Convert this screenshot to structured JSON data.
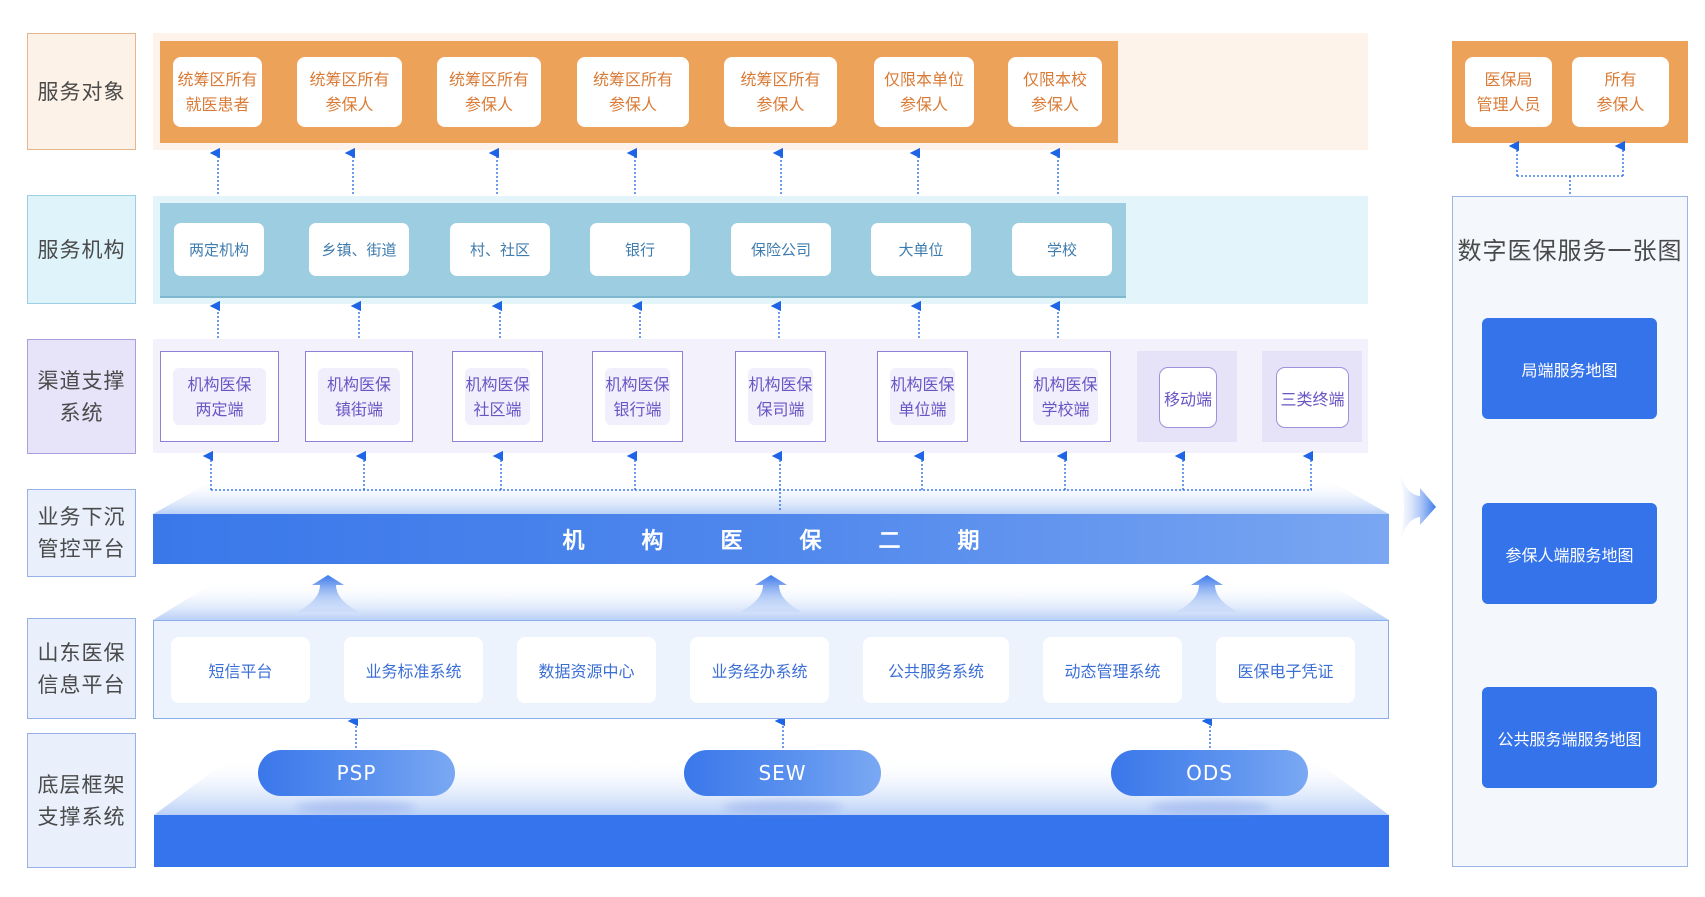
{
  "row_labels": [
    {
      "id": "service-objects",
      "text": "服务对象"
    },
    {
      "id": "service-orgs",
      "text": "服务机构"
    },
    {
      "id": "channel-support",
      "text": "渠道支撑\n系统"
    },
    {
      "id": "business-control",
      "text": "业务下沉\n管控平台"
    },
    {
      "id": "shandong-platform",
      "text": "山东医保\n信息平台"
    },
    {
      "id": "base-framework",
      "text": "底层框架\n支撑系统"
    }
  ],
  "service_objects": [
    "统筹区所有\n就医患者",
    "统筹区所有\n参保人",
    "统筹区所有\n参保人",
    "统筹区所有\n参保人",
    "统筹区所有\n参保人",
    "仅限本单位\n参保人",
    "仅限本校\n参保人"
  ],
  "right_service_objects": [
    "医保局\n管理人员",
    "所有\n参保人"
  ],
  "service_orgs": [
    "两定机构",
    "乡镇、街道",
    "村、社区",
    "银行",
    "保险公司",
    "大单位",
    "学校"
  ],
  "channels": [
    "机构医保\n两定端",
    "机构医保\n镇街端",
    "机构医保\n社区端",
    "机构医保\n银行端",
    "机构医保\n保司端",
    "机构医保\n单位端",
    "机构医保\n学校端"
  ],
  "channel_extras": [
    "移动端",
    "三类终端"
  ],
  "platform_title_chars": [
    "机",
    "构",
    "医",
    "保",
    "二",
    "期"
  ],
  "shandong_systems": [
    "短信平台",
    "业务标准系统",
    "数据资源中心",
    "业务经办系统",
    "公共服务系统",
    "动态管理系统",
    "医保电子凭证"
  ],
  "base_systems": [
    "PSP",
    "SEW",
    "ODS"
  ],
  "right_panel": {
    "title": "数字医保服务一张图",
    "maps": [
      "局端服务地图",
      "参保人端服务地图",
      "公共服务端服务地图"
    ]
  },
  "colors": {
    "orange": "#eda25a",
    "cyan": "#9ccde0",
    "purple": "#8d80d6",
    "blue": "#3473ea",
    "arrow": "#1e64e6"
  }
}
